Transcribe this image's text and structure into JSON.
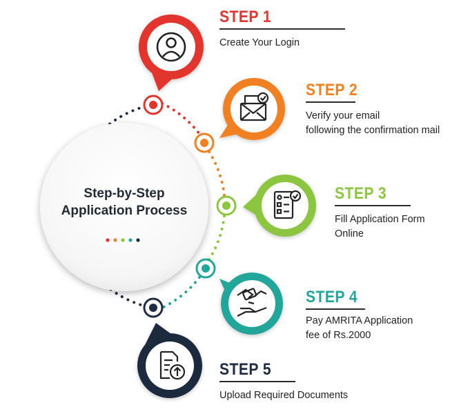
{
  "title": {
    "line1": "Step-by-Step",
    "line2": "Application Process"
  },
  "steps": [
    {
      "title": "STEP 1",
      "desc_lines": [
        "Create Your Login"
      ],
      "color": "#e2352d",
      "icon": "user-icon"
    },
    {
      "title": "STEP 2",
      "desc_lines": [
        "Verify your email",
        "following the confirmation mail"
      ],
      "color": "#f08020",
      "icon": "email-verified-icon"
    },
    {
      "title": "STEP 3",
      "desc_lines": [
        "Fill Application Form",
        "Online"
      ],
      "color": "#8cc63f",
      "icon": "application-form-icon"
    },
    {
      "title": "STEP 4",
      "desc_lines": [
        "Pay AMRITA Application",
        "fee of Rs.2000"
      ],
      "color": "#23a69a",
      "icon": "payment-hands-icon"
    },
    {
      "title": "STEP 5",
      "desc_lines": [
        "Upload Required Documents"
      ],
      "color": "#1f2b3e",
      "icon": "document-upload-icon"
    }
  ],
  "colors": {
    "dots": [
      "#e2352d",
      "#f08020",
      "#8cc63f",
      "#23a69a",
      "#1f2b3e"
    ],
    "dotted_ring": "#1f2b3e"
  }
}
